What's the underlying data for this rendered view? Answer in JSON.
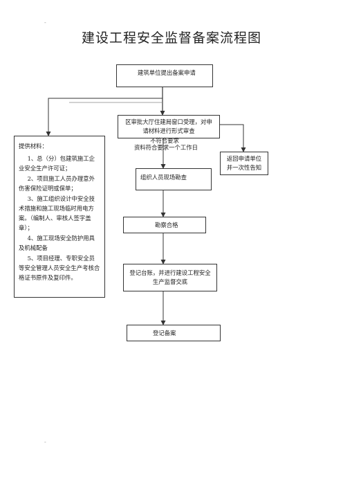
{
  "title": "建设工程安全监督备案流程图",
  "corner_mark": "-",
  "steps": {
    "apply": "建筑单位提出备案申请",
    "review": "区审批大厅住建局窗口受理，对申请材料进行形式审查",
    "not_comply": "不符合要求",
    "comply": "资料符合要求一个工作日",
    "return": "返回申请单位并一次性告知",
    "organize": "组织人员现场勘查",
    "survey": "勘察合格",
    "register": "登记台账，并进行建设工程安全生产监督交底",
    "file": "登记备案"
  },
  "materials": {
    "title": "提供材料：",
    "items": [
      "1、总（分）包建筑施工企业安全生产许可证；",
      "2、项目施工人员办理意外伤害保险证明或保单；",
      "3、施工组织设计中安全技术措施和施工现场临时用电方案。（编制人、审核人签字盖章）；",
      "4、施工现场安全防护用具及机械配备",
      "5、项目经理、专职安全员等安全管理人员安全生产考核合格证书原件及复印件。"
    ]
  }
}
